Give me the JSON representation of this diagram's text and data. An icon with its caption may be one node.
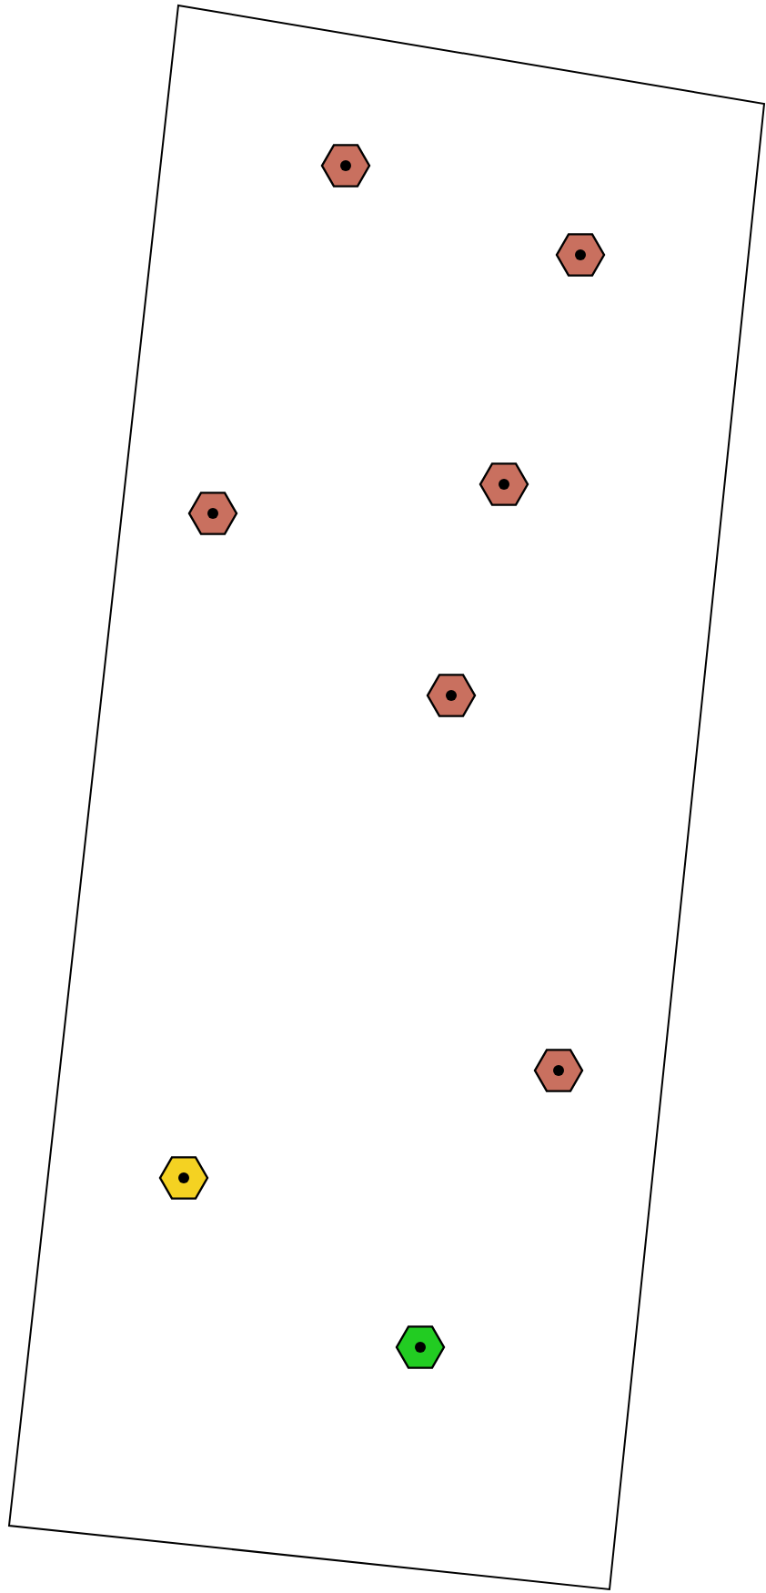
{
  "diagram": {
    "nodes": [
      {
        "text": [],
        "shape": "box"
      },
      {
        "text": [],
        "shape": "hexagon",
        "in": 0
      },
      {
        "text": [],
        "shape": "hexagon",
        "in": 0
      },
      {
        "text": [],
        "shape": "hexagon",
        "in": 0
      },
      {
        "text": [],
        "shape": "hexagon",
        "in": 0
      },
      {
        "text": [],
        "shape": "hexagon",
        "in": 0
      },
      {
        "text": [],
        "shape": "hexagon",
        "in": 0
      },
      {
        "text": [],
        "shape": "hexagon",
        "in": 0
      },
      {
        "text": [],
        "shape": "hexagon",
        "in": 0
      }
    ]
  }
}
